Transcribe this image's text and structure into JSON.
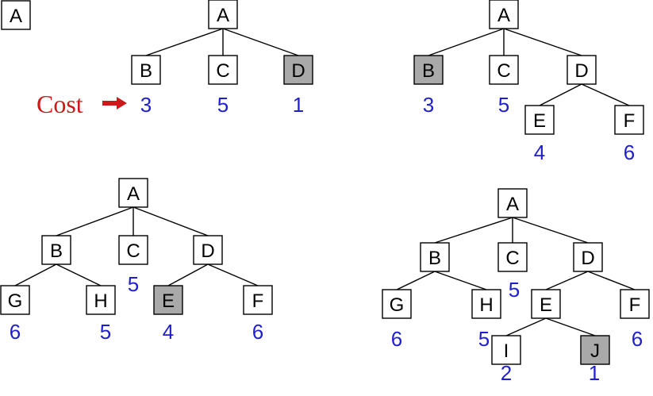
{
  "caption": {
    "text": "Cost",
    "arrow_icon": "right-arrow-icon",
    "text_color": "#cc1a1a"
  },
  "colors": {
    "cost": "#1f1fd0",
    "expanded_node_fill": "#a9a9a9",
    "node_fill": "#ffffff"
  },
  "trees": [
    {
      "name": "step-1",
      "nodes": [
        {
          "id": "A",
          "label": "A",
          "shaded": false,
          "cost": ""
        }
      ],
      "edges": []
    },
    {
      "name": "step-2",
      "nodes": [
        {
          "id": "A",
          "label": "A",
          "shaded": false,
          "cost": ""
        },
        {
          "id": "B",
          "label": "B",
          "shaded": false,
          "cost": "3"
        },
        {
          "id": "C",
          "label": "C",
          "shaded": false,
          "cost": "5"
        },
        {
          "id": "D",
          "label": "D",
          "shaded": true,
          "cost": "1"
        }
      ],
      "edges": [
        [
          "A",
          "B"
        ],
        [
          "A",
          "C"
        ],
        [
          "A",
          "D"
        ]
      ]
    },
    {
      "name": "step-3",
      "nodes": [
        {
          "id": "A",
          "label": "A",
          "shaded": false,
          "cost": ""
        },
        {
          "id": "B",
          "label": "B",
          "shaded": true,
          "cost": "3"
        },
        {
          "id": "C",
          "label": "C",
          "shaded": false,
          "cost": "5"
        },
        {
          "id": "D",
          "label": "D",
          "shaded": false,
          "cost": ""
        },
        {
          "id": "E",
          "label": "E",
          "shaded": false,
          "cost": "4"
        },
        {
          "id": "F",
          "label": "F",
          "shaded": false,
          "cost": "6"
        }
      ],
      "edges": [
        [
          "A",
          "B"
        ],
        [
          "A",
          "C"
        ],
        [
          "A",
          "D"
        ],
        [
          "D",
          "E"
        ],
        [
          "D",
          "F"
        ]
      ]
    },
    {
      "name": "step-4",
      "nodes": [
        {
          "id": "A",
          "label": "A",
          "shaded": false,
          "cost": ""
        },
        {
          "id": "B",
          "label": "B",
          "shaded": false,
          "cost": ""
        },
        {
          "id": "C",
          "label": "C",
          "shaded": false,
          "cost": "5"
        },
        {
          "id": "D",
          "label": "D",
          "shaded": false,
          "cost": ""
        },
        {
          "id": "G",
          "label": "G",
          "shaded": false,
          "cost": "6"
        },
        {
          "id": "H",
          "label": "H",
          "shaded": false,
          "cost": "5"
        },
        {
          "id": "E",
          "label": "E",
          "shaded": true,
          "cost": "4"
        },
        {
          "id": "F",
          "label": "F",
          "shaded": false,
          "cost": "6"
        }
      ],
      "edges": [
        [
          "A",
          "B"
        ],
        [
          "A",
          "C"
        ],
        [
          "A",
          "D"
        ],
        [
          "B",
          "G"
        ],
        [
          "B",
          "H"
        ],
        [
          "D",
          "E"
        ],
        [
          "D",
          "F"
        ]
      ]
    },
    {
      "name": "step-5",
      "nodes": [
        {
          "id": "A",
          "label": "A",
          "shaded": false,
          "cost": ""
        },
        {
          "id": "B",
          "label": "B",
          "shaded": false,
          "cost": ""
        },
        {
          "id": "C",
          "label": "C",
          "shaded": false,
          "cost": "5"
        },
        {
          "id": "D",
          "label": "D",
          "shaded": false,
          "cost": ""
        },
        {
          "id": "G",
          "label": "G",
          "shaded": false,
          "cost": "6"
        },
        {
          "id": "H",
          "label": "H",
          "shaded": false,
          "cost": "5"
        },
        {
          "id": "E",
          "label": "E",
          "shaded": false,
          "cost": ""
        },
        {
          "id": "F",
          "label": "F",
          "shaded": false,
          "cost": "6"
        },
        {
          "id": "I",
          "label": "I",
          "shaded": false,
          "cost": "2"
        },
        {
          "id": "J",
          "label": "J",
          "shaded": true,
          "cost": "1"
        }
      ],
      "edges": [
        [
          "A",
          "B"
        ],
        [
          "A",
          "C"
        ],
        [
          "A",
          "D"
        ],
        [
          "B",
          "G"
        ],
        [
          "B",
          "H"
        ],
        [
          "D",
          "E"
        ],
        [
          "D",
          "F"
        ],
        [
          "E",
          "I"
        ],
        [
          "E",
          "J"
        ]
      ]
    }
  ]
}
